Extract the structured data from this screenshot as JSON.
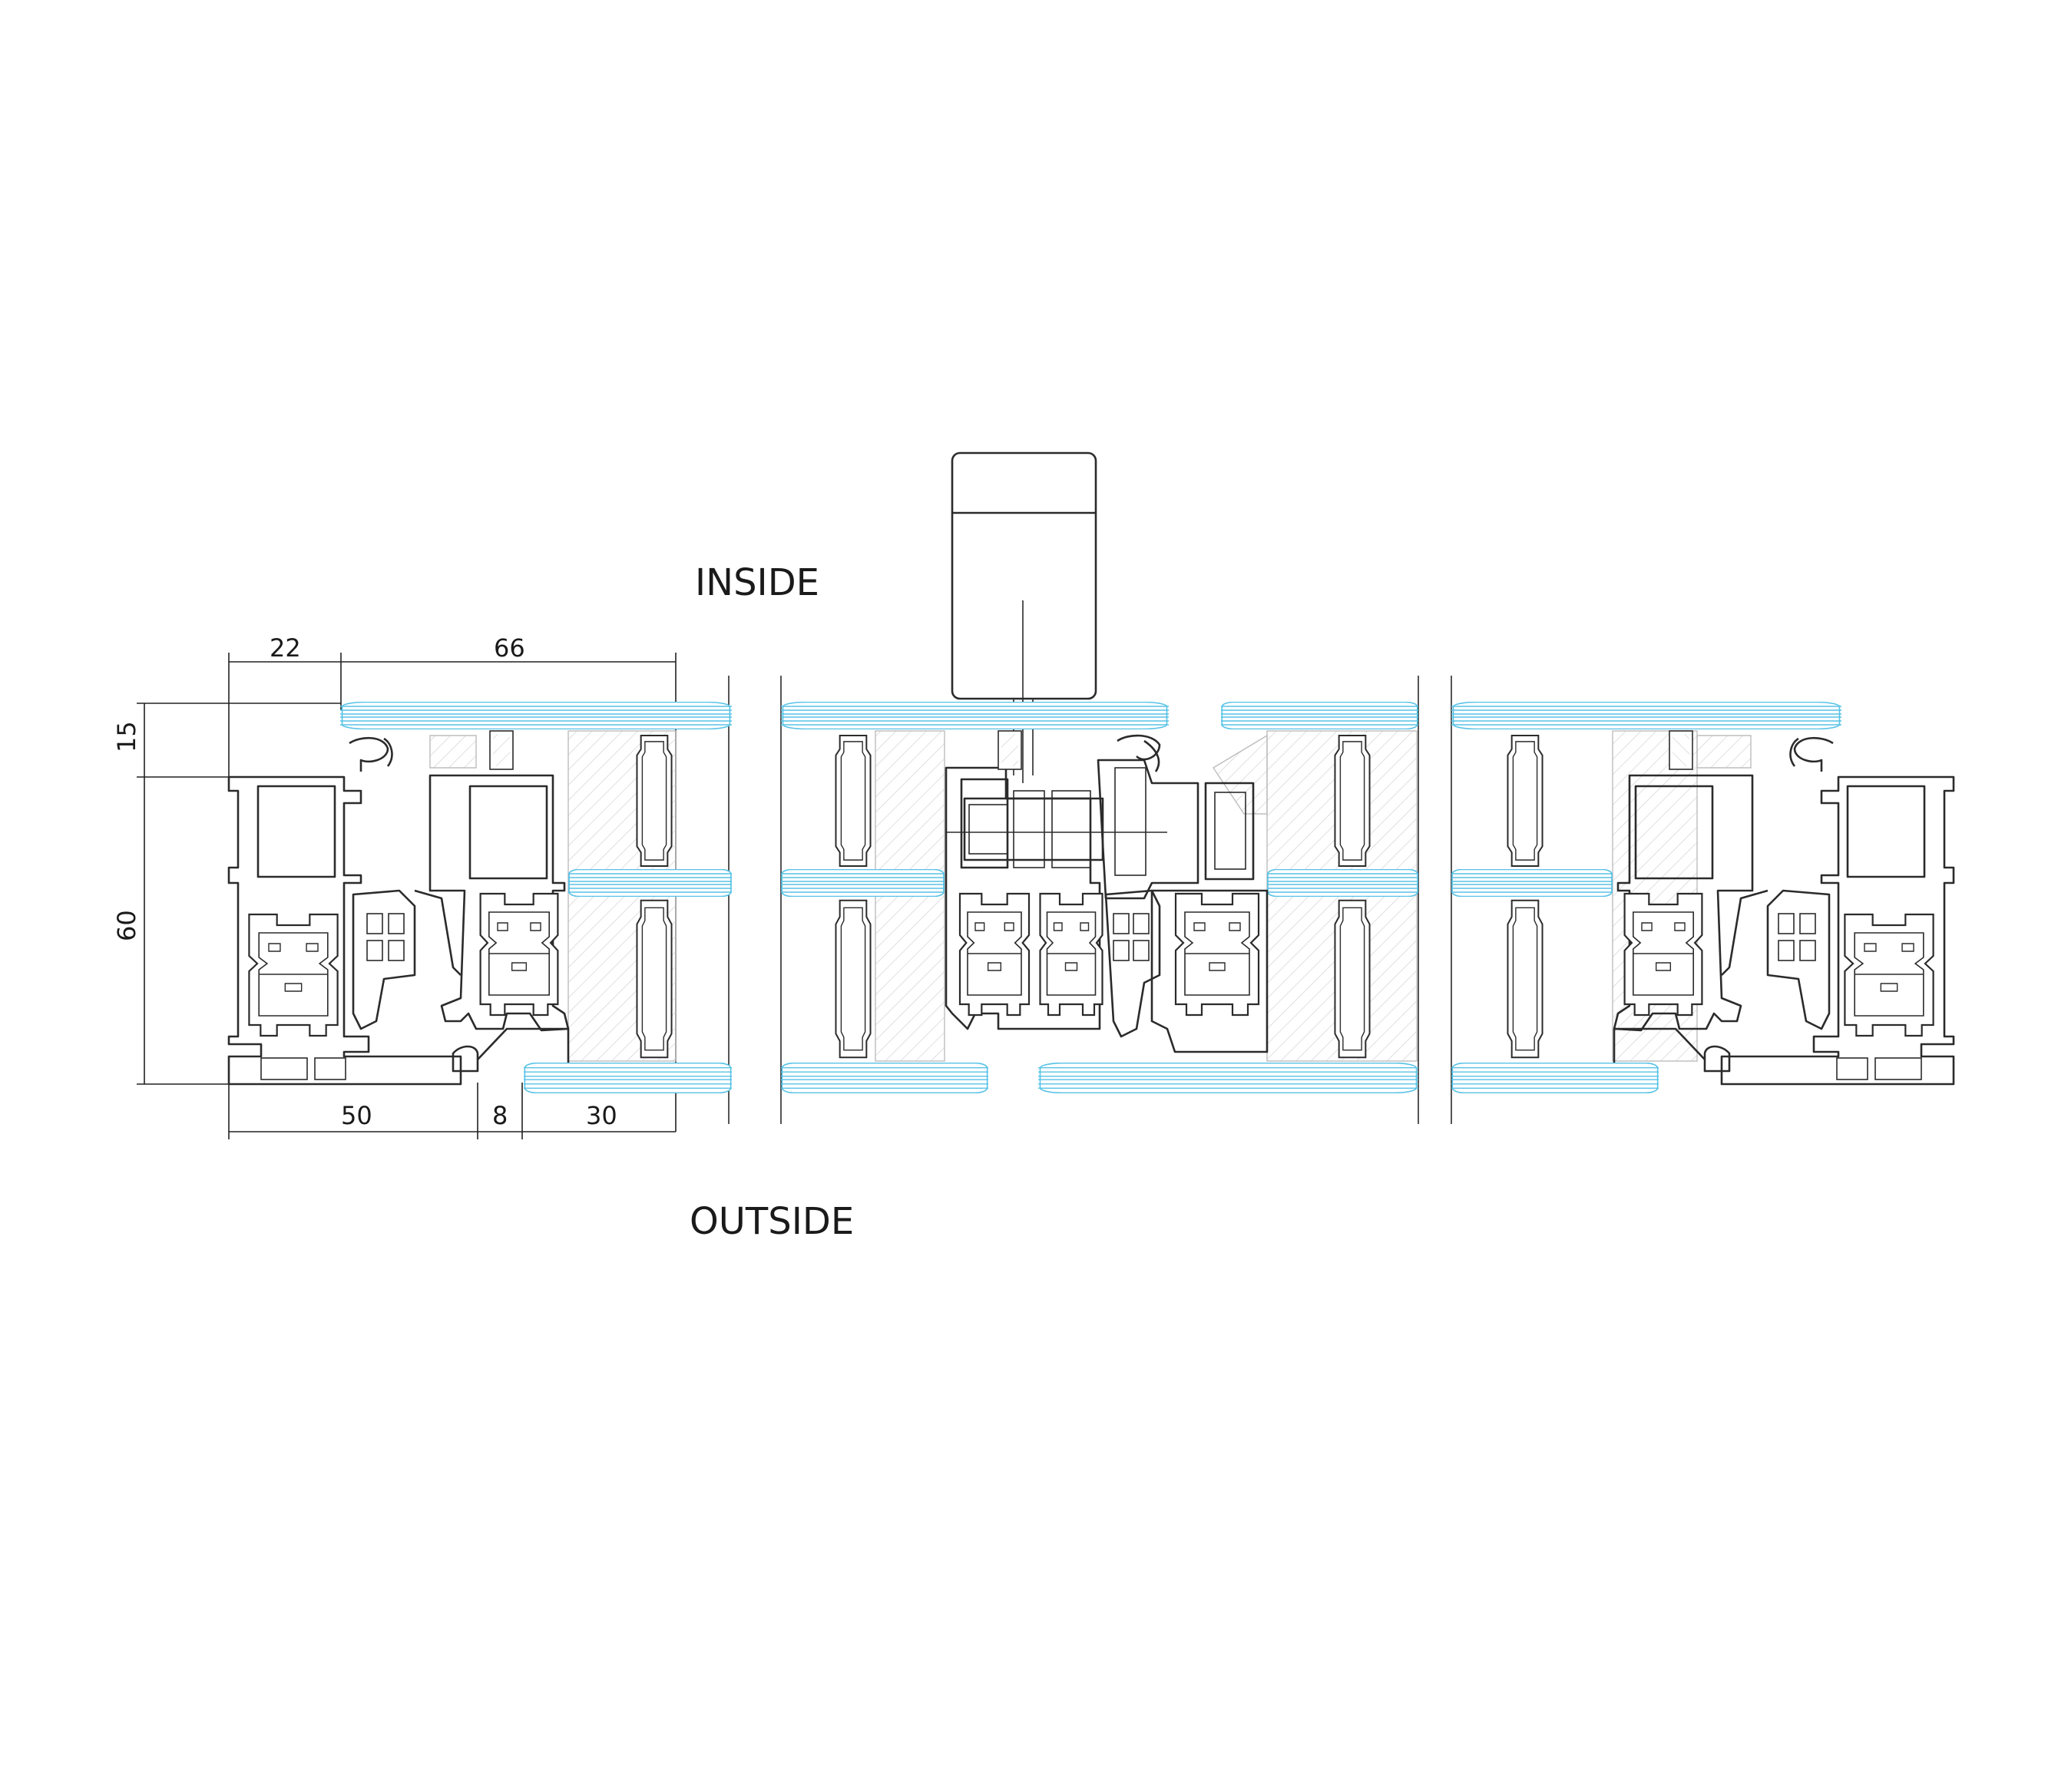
{
  "labels": {
    "inside": "INSIDE",
    "outside": "OUTSIDE"
  },
  "dimensions": {
    "top_left": "22",
    "top_right": "66",
    "side_top": "15",
    "side_main": "60",
    "bottom_left": "50",
    "bottom_mid": "8",
    "bottom_right": "30"
  },
  "colors": {
    "glass": "#56c2e6",
    "profile": "#2b2b2b",
    "hatch": "#cfcfcf"
  }
}
